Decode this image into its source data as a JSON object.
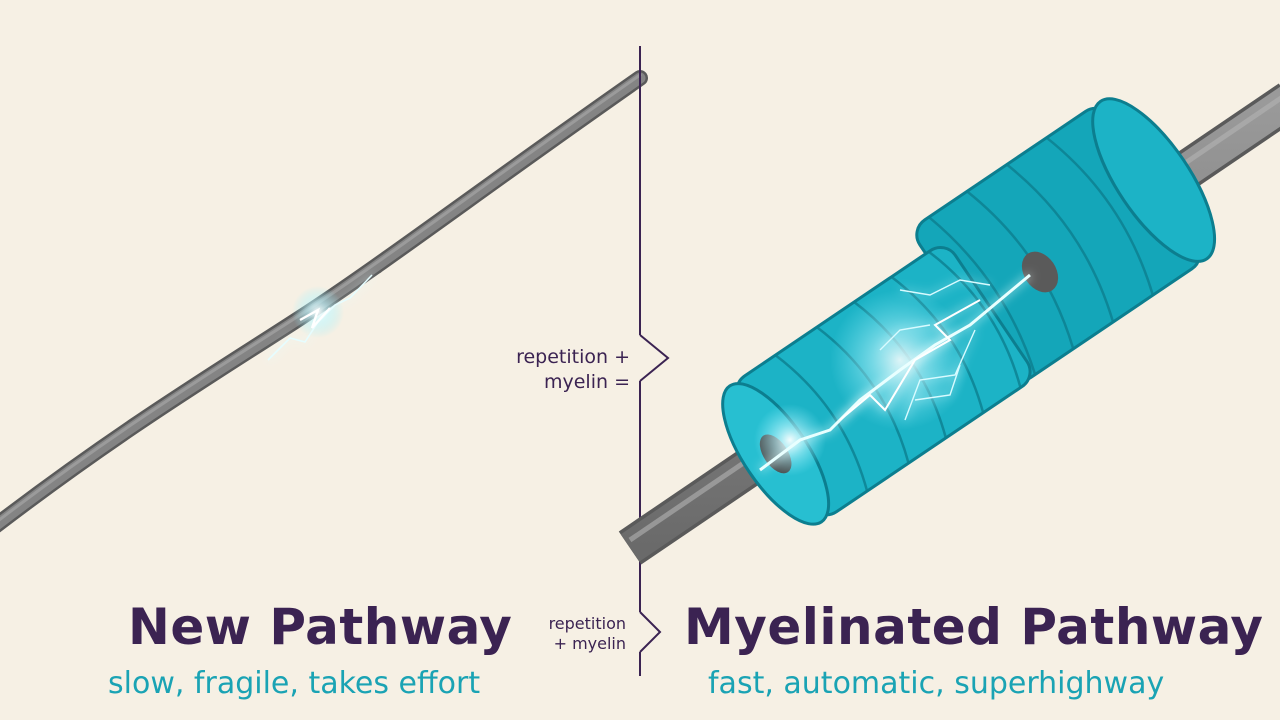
{
  "left_panel": {
    "title": "New Pathway",
    "subtitle": "slow, fragile, takes effort"
  },
  "right_panel": {
    "title": "Myelinated Pathway",
    "subtitle": "fast, automatic, superhighway"
  },
  "divider": {
    "middle_label": [
      "repetition +",
      "myelin ="
    ],
    "bottom_label": [
      "repetition",
      "+ myelin"
    ]
  },
  "colors": {
    "background": "#f6f0e4",
    "axon": "#7a7a7a",
    "myelin": "#1cb3c6",
    "title": "#3b2352",
    "subtitle": "#1aa3b4",
    "spark": "#e8ffff"
  }
}
